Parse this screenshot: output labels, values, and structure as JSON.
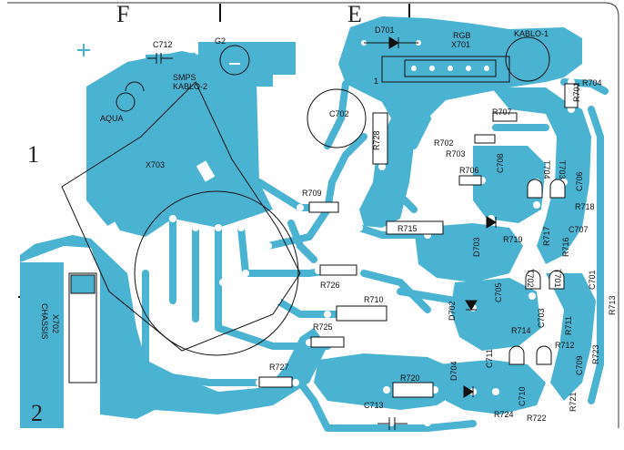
{
  "colors": {
    "copper": "#4bb3d2",
    "ink": "#111111",
    "paper": "#ffffff"
  },
  "grid_labels": [
    "F",
    "E",
    "1",
    "2"
  ],
  "connectors": {
    "x701_name": "X701",
    "x701_desc": "RGB",
    "kablo1": "KABLO-1",
    "x703": "X703",
    "smps": "SMPS",
    "kablo2": "KABLO-2",
    "aqua": "AQUA",
    "g2": "G2",
    "x702": "X702",
    "chassis": "CHASSIS",
    "pin1": "1"
  },
  "components": [
    "D701",
    "C712",
    "C702",
    "R728",
    "R707",
    "R702",
    "R703",
    "C708",
    "R706",
    "T704",
    "T703",
    "R704",
    "R701",
    "C706",
    "R718",
    "R709",
    "R715",
    "D703",
    "R719",
    "R717",
    "C707",
    "R716",
    "T702",
    "T701",
    "C705",
    "C701",
    "R726",
    "R710",
    "D702",
    "R725",
    "R714",
    "C703",
    "R713",
    "R711",
    "R723",
    "R712",
    "R727",
    "D704",
    "C711",
    "C709",
    "R720",
    "C710",
    "C713",
    "R724",
    "R722",
    "R721"
  ]
}
